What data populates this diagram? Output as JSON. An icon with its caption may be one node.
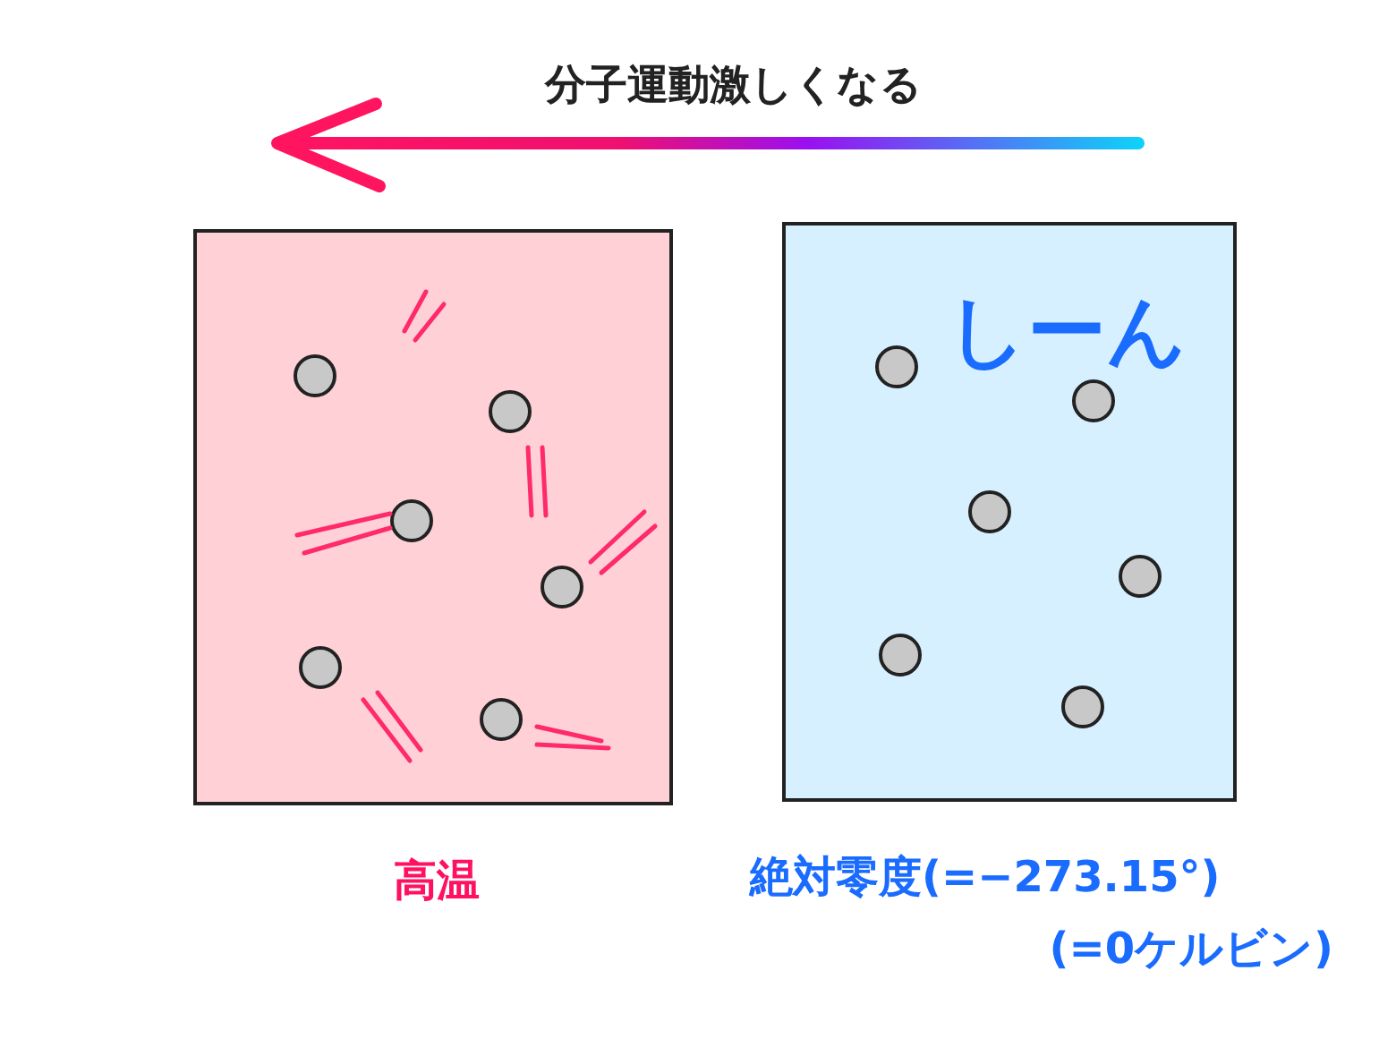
{
  "diagram": {
    "nodes": [
      {
        "text": [],
        "shape": "box",
        "beside": [
          "高温"
        ]
      },
      {
        "text": [
          "しーん"
        ],
        "beside": [
          "絶対零度(=−273.15°)",
          "(=0ケルビン)"
        ]
      }
    ],
    "labels": [
      "分子運動激しくなる"
    ]
  }
}
